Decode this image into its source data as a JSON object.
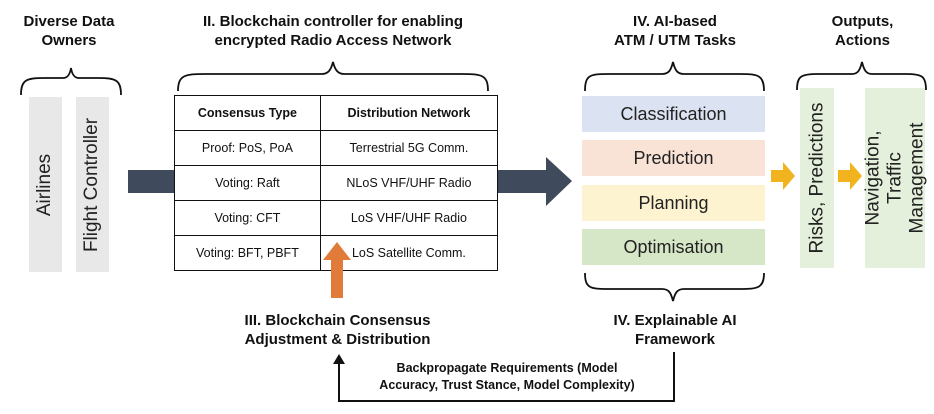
{
  "owners": {
    "heading": [
      "Diverse Data",
      "Owners"
    ],
    "items": [
      "Airlines",
      "Flight Controller"
    ]
  },
  "controller": {
    "heading": [
      "II. Blockchain controller for enabling",
      "encrypted Radio Access Network"
    ],
    "columns": [
      "Consensus Type",
      "Distribution Network"
    ],
    "rows": [
      [
        "Proof: PoS, PoA",
        "Terrestrial 5G Comm."
      ],
      [
        "Voting: Raft",
        "NLoS VHF/UHF Radio"
      ],
      [
        "Voting: CFT",
        "LoS VHF/UHF Radio"
      ],
      [
        "Voting: BFT, PBFT",
        "LoS Satellite Comm."
      ]
    ]
  },
  "consensus": {
    "heading": [
      "III. Blockchain Consensus",
      "Adjustment & Distribution"
    ]
  },
  "ai_tasks": {
    "heading": [
      "IV. AI-based",
      "ATM / UTM Tasks"
    ],
    "tasks": [
      {
        "label": "Classification",
        "color": "#dbe2f1"
      },
      {
        "label": "Prediction",
        "color": "#f9e2d6"
      },
      {
        "label": "Planning",
        "color": "#fdf3d0"
      },
      {
        "label": "Optimisation",
        "color": "#d6e7c7"
      }
    ]
  },
  "xai": {
    "heading": [
      "IV. Explainable AI",
      "Framework"
    ]
  },
  "outputs": {
    "heading": [
      "Outputs,",
      "Actions"
    ],
    "items": [
      "Risks, Predictions",
      "Navigation, Traffic\nManagement"
    ]
  },
  "backprop": {
    "label": [
      "Backpropagate Requirements (Model",
      "Accuracy, Trust Stance, Model Complexity)"
    ]
  },
  "colors": {
    "flow_arrow": "#3f4b5c",
    "up_arrow": "#e07b39",
    "output_arrow": "#f2b41e",
    "owner_bar": "#e8e8e8",
    "output_bar": "#e4efdc"
  }
}
